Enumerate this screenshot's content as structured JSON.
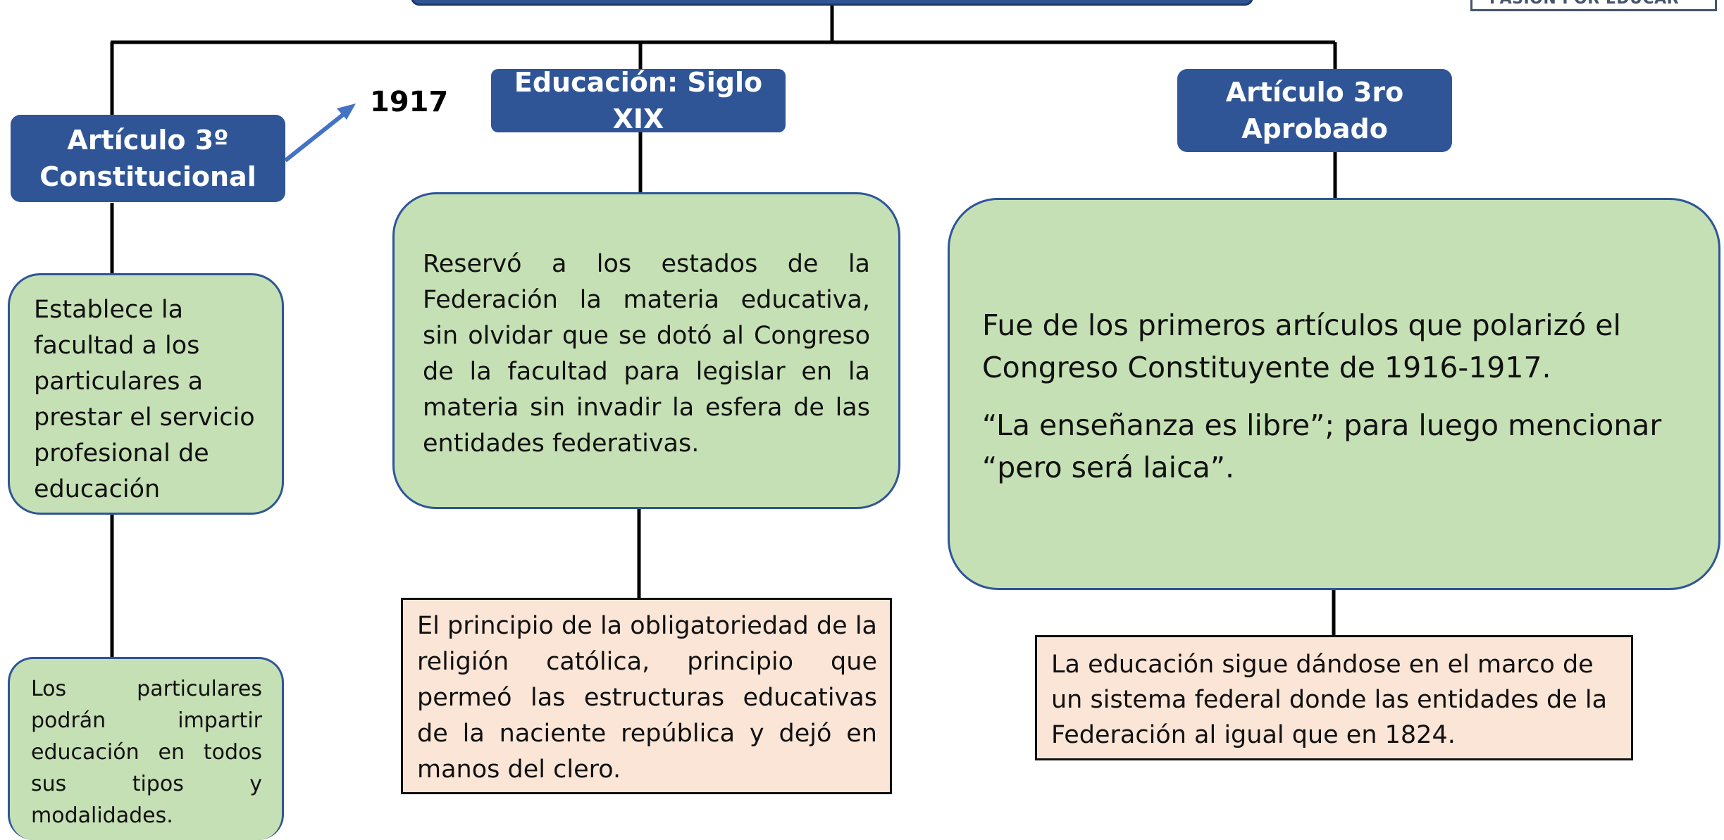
{
  "logo": {
    "text": "PASIÓN POR EDUCAR"
  },
  "annotation": {
    "year": "1917"
  },
  "nodes": {
    "articulo_3_constitucional": {
      "title_line1": "Artículo 3º",
      "title_line2": "Constitucional"
    },
    "educacion_siglo_xix": {
      "title": "Educación: Siglo XIX"
    },
    "articulo_3ro_aprobado": {
      "title_line1": "Artículo 3ro",
      "title_line2": "Aprobado"
    },
    "establece_facultad": {
      "text": "Establece la facultad a los particulares a prestar el servicio profesional de educación"
    },
    "particulares_impartir": {
      "text": "Los particulares podrán impartir educación en todos sus tipos y modalidades."
    },
    "reservo_estados": {
      "text": "Reservó a los estados de la Federación la materia educativa, sin olvidar que se dotó al Congreso de la facultad para legislar en la materia sin invadir la esfera de las entidades federativas."
    },
    "principio_obligatoriedad": {
      "text": "El principio de la obligatoriedad de la religión católica, principio que permeó las estructuras educativas de la naciente república y dejó en manos del clero."
    },
    "primeros_articulos": {
      "paragraph1": "Fue de los primeros artículos que polarizó el Congreso Constituyente de 1916-1917.",
      "paragraph2": "“La enseñanza es libre”; para luego mencionar “pero será laica”."
    },
    "sistema_federal": {
      "text": "La educación sigue dándose en el marco de un sistema federal donde las entidades de la Federación al igual que en 1824."
    }
  },
  "colors": {
    "title_box": "#2f5597",
    "green_box": "#c5e0b4",
    "pink_box": "#fbe5d6",
    "connector": "#000000",
    "arrow": "#4472c4"
  }
}
